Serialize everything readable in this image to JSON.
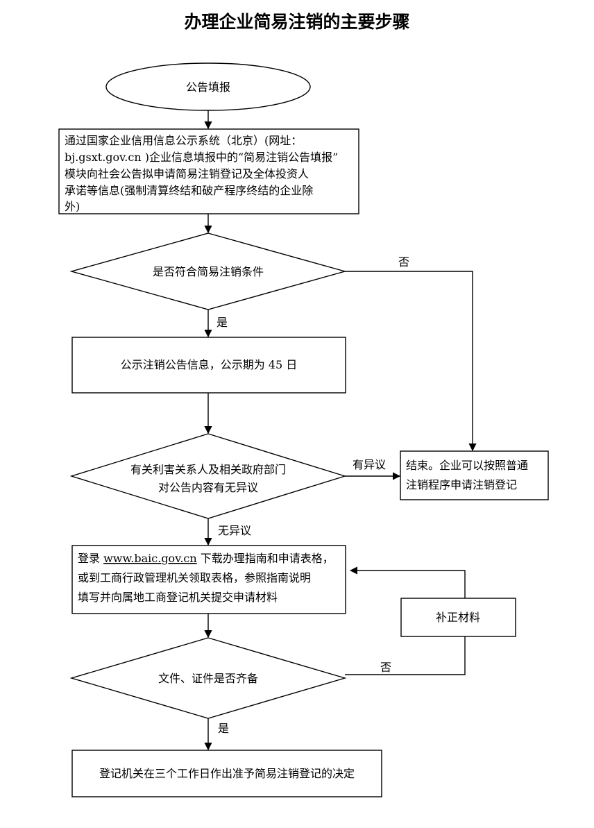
{
  "title": "办理企业简易注销的主要步骤",
  "nodes": {
    "start": "公告填报",
    "publish_lines": [
      "通过国家企业信用信息公示系统（北京）(网址：",
      "bj.gsxt.gov.cn )企业信息填报中的“简易注销公告填报”",
      "模块向社会公告拟申请简易注销登记及全体投资人",
      "承诺等信息(强制清算终结和破产程序终结的企业除",
      "外)"
    ],
    "condition_check": "是否符合简易注销条件",
    "public_notice": "公示注销公告信息，公示期为 45 日",
    "objection_check_lines": [
      "有关利害关系人及相关政府部门",
      "对公告内容有无异议"
    ],
    "end_lines": [
      "结束。企业可以按照普通",
      "注销程序申请注销登记"
    ],
    "submit_prefix": "登录 ",
    "submit_link": "www.baic.gov.cn",
    "submit_suffix": " 下载办理指南和申请表格，",
    "submit_lines": [
      "或到工商行政管理机关领取表格，参照指南说明",
      "填写并向属地工商登记机关提交申请材料"
    ],
    "supplement": "补正材料",
    "docs_check": "文件、证件是否齐备",
    "decision": "登记机关在三个工作日作出准予简易注销登记的决定"
  },
  "edges": {
    "no_condition": "否",
    "yes_condition": "是",
    "has_objection": "有异议",
    "no_objection": "无异议",
    "no_docs": "否",
    "yes_docs": "是"
  }
}
